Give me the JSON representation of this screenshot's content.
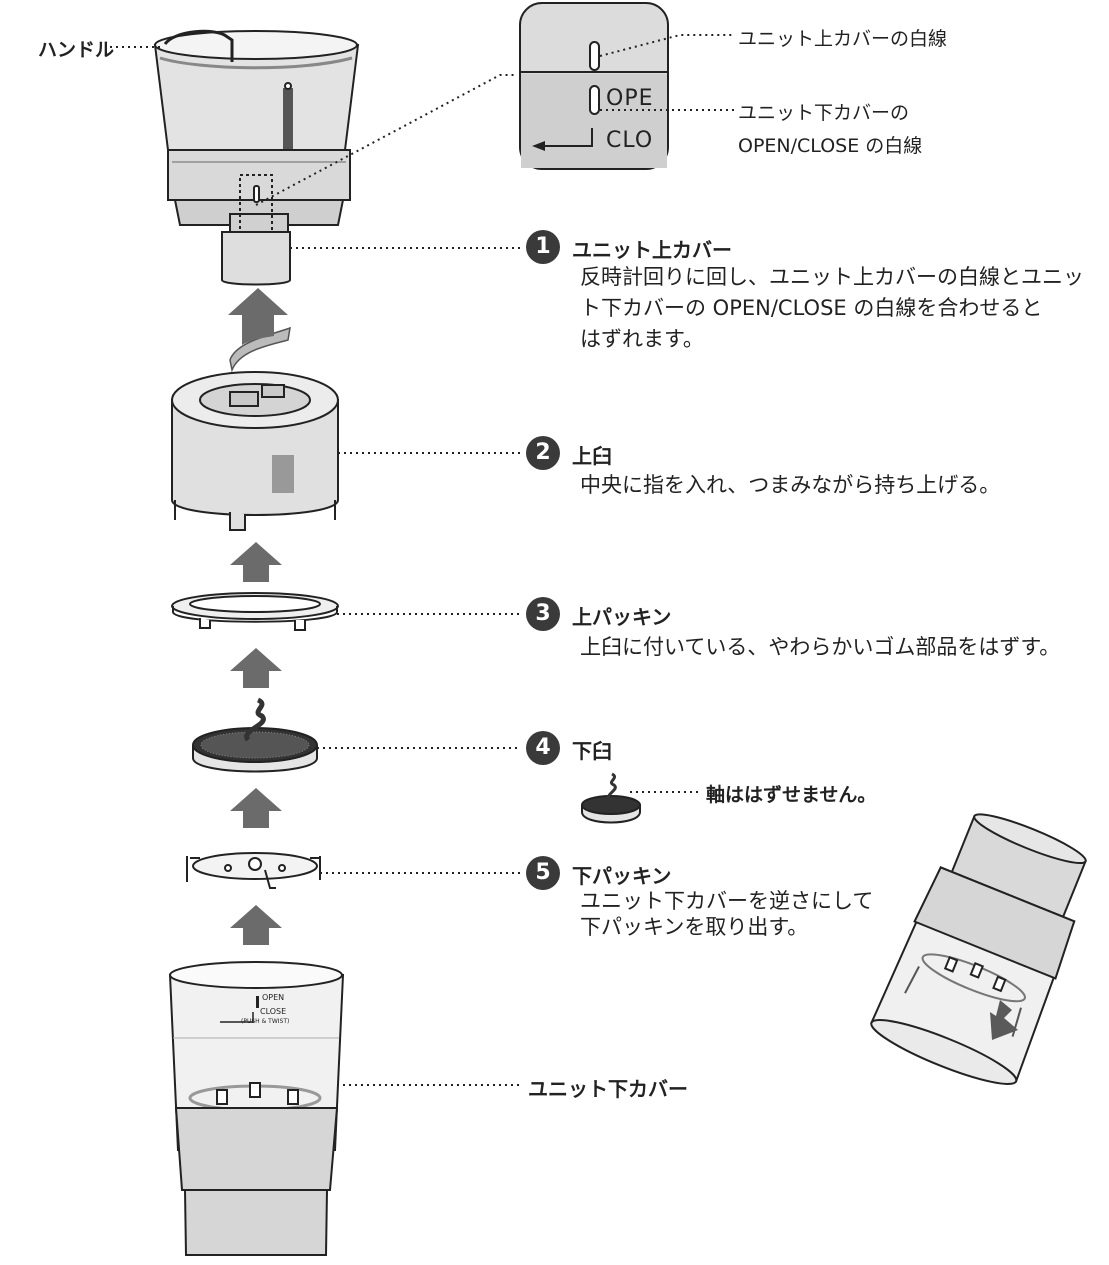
{
  "labels": {
    "handle": "ハンドル",
    "upper_cover_line": "ユニット上カバーの白線",
    "lower_cover_line_1": "ユニット下カバーの",
    "lower_cover_line_2": "OPEN/CLOSE の白線",
    "shaft_note": "軸ははずせません。",
    "lower_cover": "ユニット下カバー"
  },
  "inset": {
    "open": "OPE",
    "close": "CLO"
  },
  "cover_marks": {
    "open": "OPEN",
    "close": "CLOSE",
    "push": "(PUSH & TWIST)"
  },
  "steps": [
    {
      "num": "1",
      "title": "ユニット上カバー",
      "lines": [
        "反時計回りに回し、ユニット上カバーの白線とユニッ",
        "ト下カバーの OPEN/CLOSE の白線を合わせると",
        "はずれます。"
      ]
    },
    {
      "num": "2",
      "title": "上臼",
      "lines": [
        "中央に指を入れ、つまみながら持ち上げる。"
      ]
    },
    {
      "num": "3",
      "title": "上パッキン",
      "lines": [
        "上臼に付いている、やわらかいゴム部品をはずす。"
      ]
    },
    {
      "num": "4",
      "title": "下臼",
      "lines": []
    },
    {
      "num": "5",
      "title": "下パッキン",
      "lines": [
        "ユニット下カバーを逆さにして",
        "下パッキンを取り出す。"
      ]
    }
  ],
  "colors": {
    "ink": "#222222",
    "badge": "#3a3a3a",
    "body": "#e2e2e2",
    "body_dark": "#cdcdcd",
    "arrow": "#6b6b6b"
  }
}
